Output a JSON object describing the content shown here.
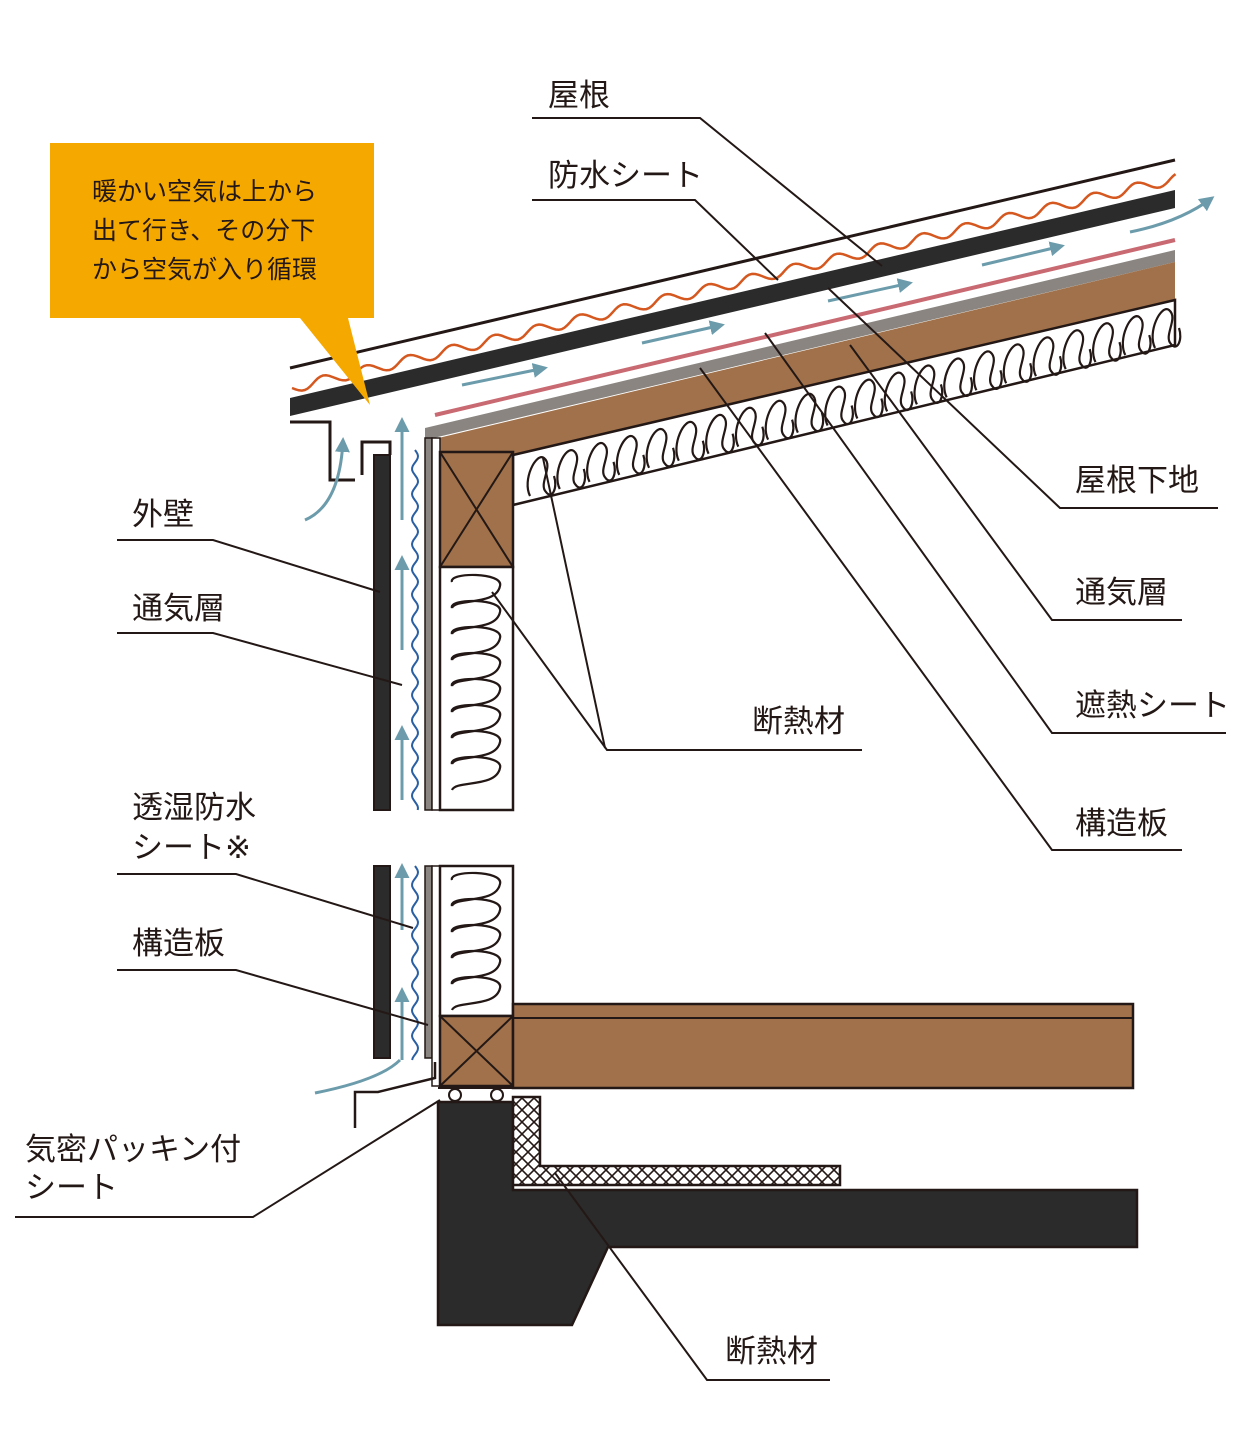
{
  "callout": {
    "lines": [
      "暖かい空気は上から",
      "出て行き、その分下",
      "から空気が入り循環"
    ],
    "color": "#f5a800"
  },
  "labels": {
    "roof": "屋根",
    "waterproof_sheet": "防水シート",
    "roof_base": "屋根下地",
    "roof_ventilation": "通気層",
    "heat_shield_sheet": "遮熱シート",
    "roof_structural_board": "構造板",
    "roof_insulation": "断熱材",
    "outer_wall": "外壁",
    "wall_ventilation": "通気層",
    "breathable_sheet_line1": "透湿防水",
    "breathable_sheet_line2": "シート※",
    "wall_structural_board": "構造板",
    "airtight_sheet_line1": "気密パッキン付",
    "airtight_sheet_line2": "シート",
    "foundation_insulation": "断熱材"
  },
  "colors": {
    "wood": "#a0714a",
    "dark": "#2b2b2b",
    "air_arrow": "#6c9cab",
    "heat_shield": "#c96a72",
    "roof_wave": "#d4581f",
    "sheet_blue": "#2a5fa3",
    "gray_board": "#8a8580"
  }
}
